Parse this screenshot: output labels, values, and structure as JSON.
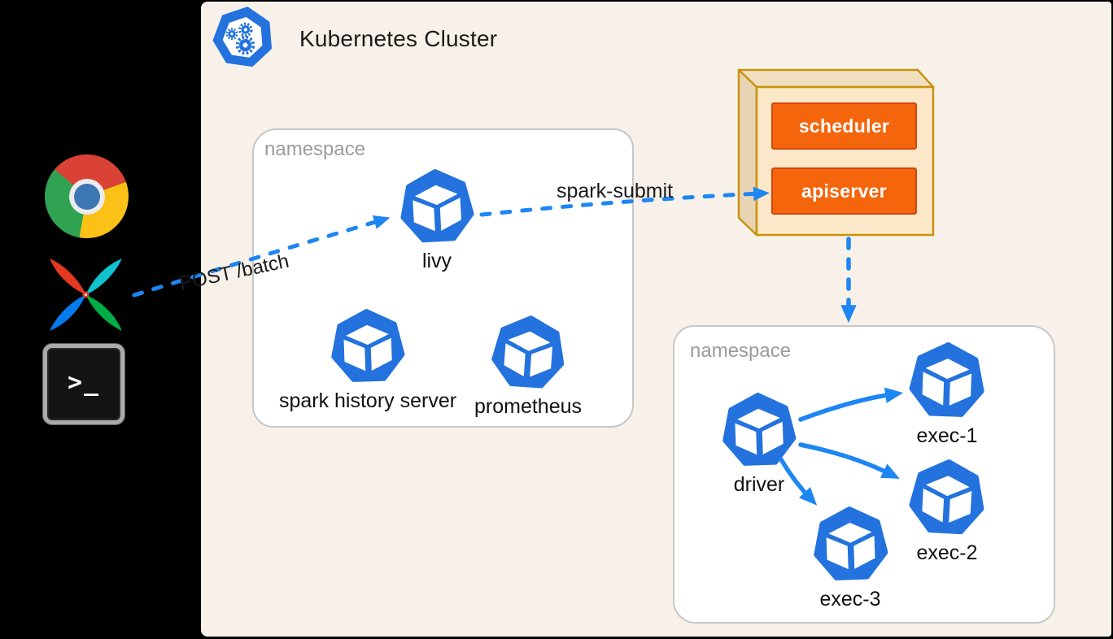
{
  "title": {
    "label": "Kubernetes Cluster",
    "icon": "minikube-logo"
  },
  "clients": [
    {
      "id": "chrome-browser",
      "icon": "chrome-icon"
    },
    {
      "id": "airflow",
      "icon": "airflow-icon"
    },
    {
      "id": "terminal",
      "icon": "terminal-icon",
      "glyph": ">_"
    }
  ],
  "control_plane": {
    "components": [
      {
        "label": "scheduler"
      },
      {
        "label": "apiserver"
      }
    ]
  },
  "namespaces": [
    {
      "label": "namespace",
      "pods": [
        {
          "label": "livy"
        },
        {
          "label": "spark history server"
        },
        {
          "label": "prometheus"
        }
      ]
    },
    {
      "label": "namespace",
      "pods": [
        {
          "label": "driver"
        },
        {
          "label": "exec-1"
        },
        {
          "label": "exec-2"
        },
        {
          "label": "exec-3"
        }
      ]
    }
  ],
  "edges": {
    "post_batch": {
      "label": "POST /batch",
      "style": "dashed",
      "from": "clients",
      "to": "livy"
    },
    "spark_submit": {
      "label": "spark-submit",
      "style": "dashed",
      "from": "livy",
      "to": "apiserver"
    },
    "apiserver_to_namespace": {
      "label": "",
      "style": "dashed",
      "from": "apiserver",
      "to": "namespace-2"
    },
    "driver_to_exec1": {
      "label": "",
      "style": "solid",
      "from": "driver",
      "to": "exec-1"
    },
    "driver_to_exec2": {
      "label": "",
      "style": "solid",
      "from": "driver",
      "to": "exec-2"
    },
    "driver_to_exec3": {
      "label": "",
      "style": "solid",
      "from": "driver",
      "to": "exec-3"
    }
  },
  "colors": {
    "background": "#000000",
    "canvas": "#F7F1E9",
    "pod_blue": "#2372DE",
    "arrow_blue": "#1E86F2",
    "component_orange": "#F4650C",
    "component_border": "#D1470E",
    "box_front": "#FCE7C8",
    "box_top": "#F1DFC0",
    "box_side": "#E9D3B5",
    "box_border": "#C8930F",
    "namespace_border": "#C7C7C7",
    "namespace_label": "#9B9B9B",
    "text": "#1A1A1A"
  }
}
